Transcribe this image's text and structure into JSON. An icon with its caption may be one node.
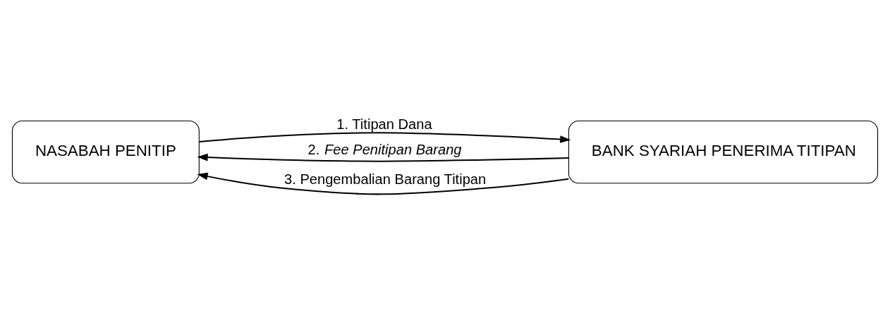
{
  "diagram": {
    "nodes": [
      {
        "text": [
          "NASABAH PENITIP"
        ]
      },
      {
        "text": [
          "BANK SYARIAH PENERIMA TITIPAN"
        ]
      }
    ],
    "edges": [
      {
        "from": 0,
        "to": 1,
        "arrow": "to",
        "label": "1. Titipan Dana"
      },
      {
        "from": 1,
        "to": 0,
        "arrow": "to",
        "label": "2. *Fee Penitipan Barang*"
      },
      {
        "from": 1,
        "to": 0,
        "arrow": "to",
        "label": "3. Pengembalian Barang Titipan"
      }
    ]
  }
}
